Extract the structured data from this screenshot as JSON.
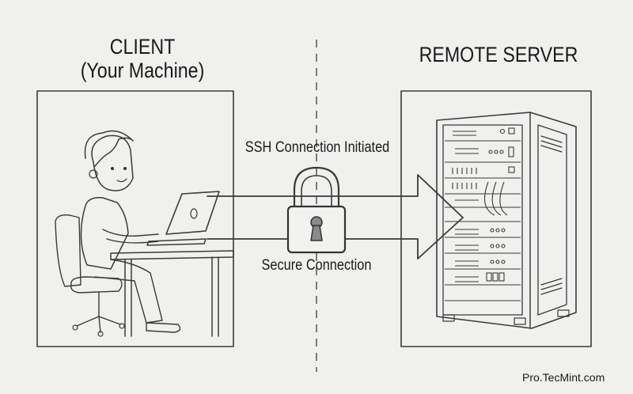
{
  "diagram": {
    "client": {
      "title": "CLIENT",
      "subtitle": "(Your Machine)",
      "illustration": "person-at-laptop"
    },
    "server": {
      "title": "REMOTE SERVER",
      "illustration": "server-rack"
    },
    "connection": {
      "top_label": "SSH Connection Initiated",
      "bottom_label": "Secure Connection",
      "icon": "padlock-icon",
      "direction": "client-to-server"
    },
    "watermark": "Pro.TecMint.com"
  }
}
